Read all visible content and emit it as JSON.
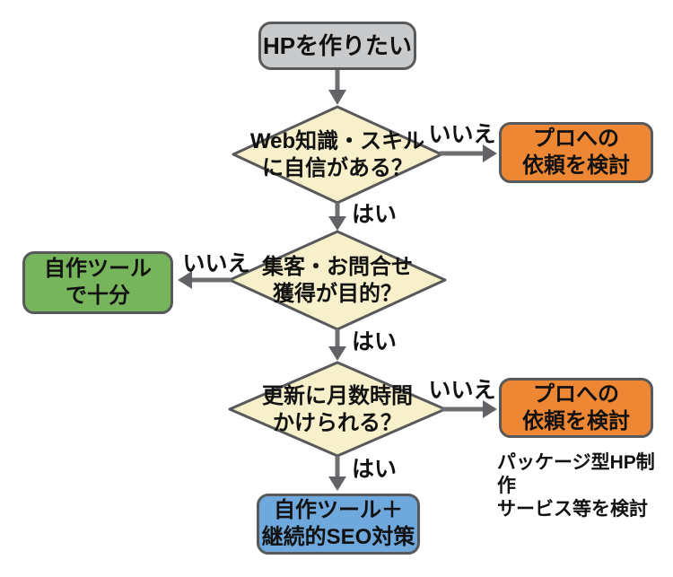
{
  "colors": {
    "background": "#FFFFFF",
    "start_fill": "#C9CACC",
    "decision_fill": "#F7F0CA",
    "pro_fill": "#ED8733",
    "diy_fill": "#77B55C",
    "diy_seo_fill": "#6FA8DC",
    "node_border": "#58595B",
    "arrow": "#6D6E70",
    "text": "#111111"
  },
  "flowchart": {
    "start": {
      "label": "HPを作りたい"
    },
    "decisions": [
      {
        "label": "Web知識・スキル\nに自信がある？"
      },
      {
        "label": "集客・お問合せ\n獲得が目的？"
      },
      {
        "label": "更新に月数時間\nかけられる？"
      }
    ],
    "outcomes": [
      {
        "label": "プロへの\n依頼を検討"
      },
      {
        "label": "自作ツール\nで十分"
      },
      {
        "label": "プロへの\n依頼を検討"
      },
      {
        "label": "自作ツール＋\n継続的SEO対策"
      }
    ],
    "edge_labels": {
      "yes": "はい",
      "no": "いいえ"
    },
    "note": "パッケージ型HP制作\nサービス等を検討"
  }
}
